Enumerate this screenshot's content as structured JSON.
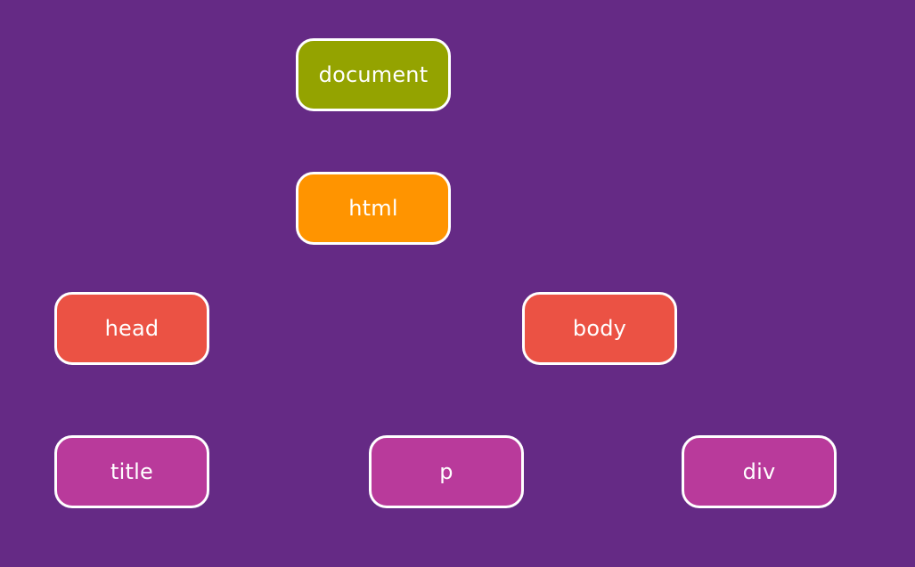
{
  "colors": {
    "background": "#652a85",
    "border": "#ffffff",
    "text": "#ffffff"
  },
  "nodes": [
    {
      "label": "document",
      "color": "#94a300"
    },
    {
      "label": "html",
      "color": "#ff9400"
    },
    {
      "label": "head",
      "color": "#eb5244"
    },
    {
      "label": "body",
      "color": "#eb5244"
    },
    {
      "label": "title",
      "color": "#b93a9b"
    },
    {
      "label": "p",
      "color": "#b93a9b"
    },
    {
      "label": "div",
      "color": "#b93a9b"
    }
  ]
}
